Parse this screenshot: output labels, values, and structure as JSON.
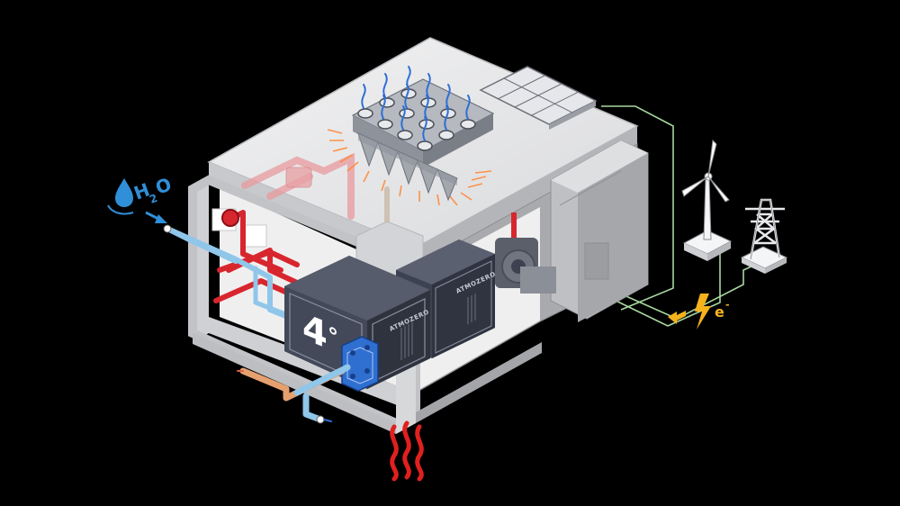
{
  "labels": {
    "water_h": "H",
    "water_sub": "2",
    "water_o": "O",
    "electron": "e",
    "electron_sup": "-",
    "logo_mark": "4",
    "logo_degree": "°",
    "unit_brand_front": "ATMOZERO",
    "unit_brand_back": "ATMOZERO"
  },
  "icons": {
    "water": "water-drop-icon",
    "electricity": "lightning-bolt-icon",
    "heat": "heat-waves-icon",
    "wind": "wind-turbine-icon",
    "grid": "power-pylon-icon",
    "solar": "solar-panel-icon"
  },
  "colors": {
    "background": "#000000",
    "building": "#dcdde0",
    "unit_dark": "#3c4250",
    "hot_pipe": "#d8262e",
    "cold_pipe": "#8fc6ea",
    "water_blue": "#2f8fd8",
    "warm_pipe": "#e6a070",
    "electric": "#f5b21b",
    "power_line": "#a8d8a0",
    "heat_symbol": "#e0201e",
    "heat_glow": "#ff8a3a"
  }
}
